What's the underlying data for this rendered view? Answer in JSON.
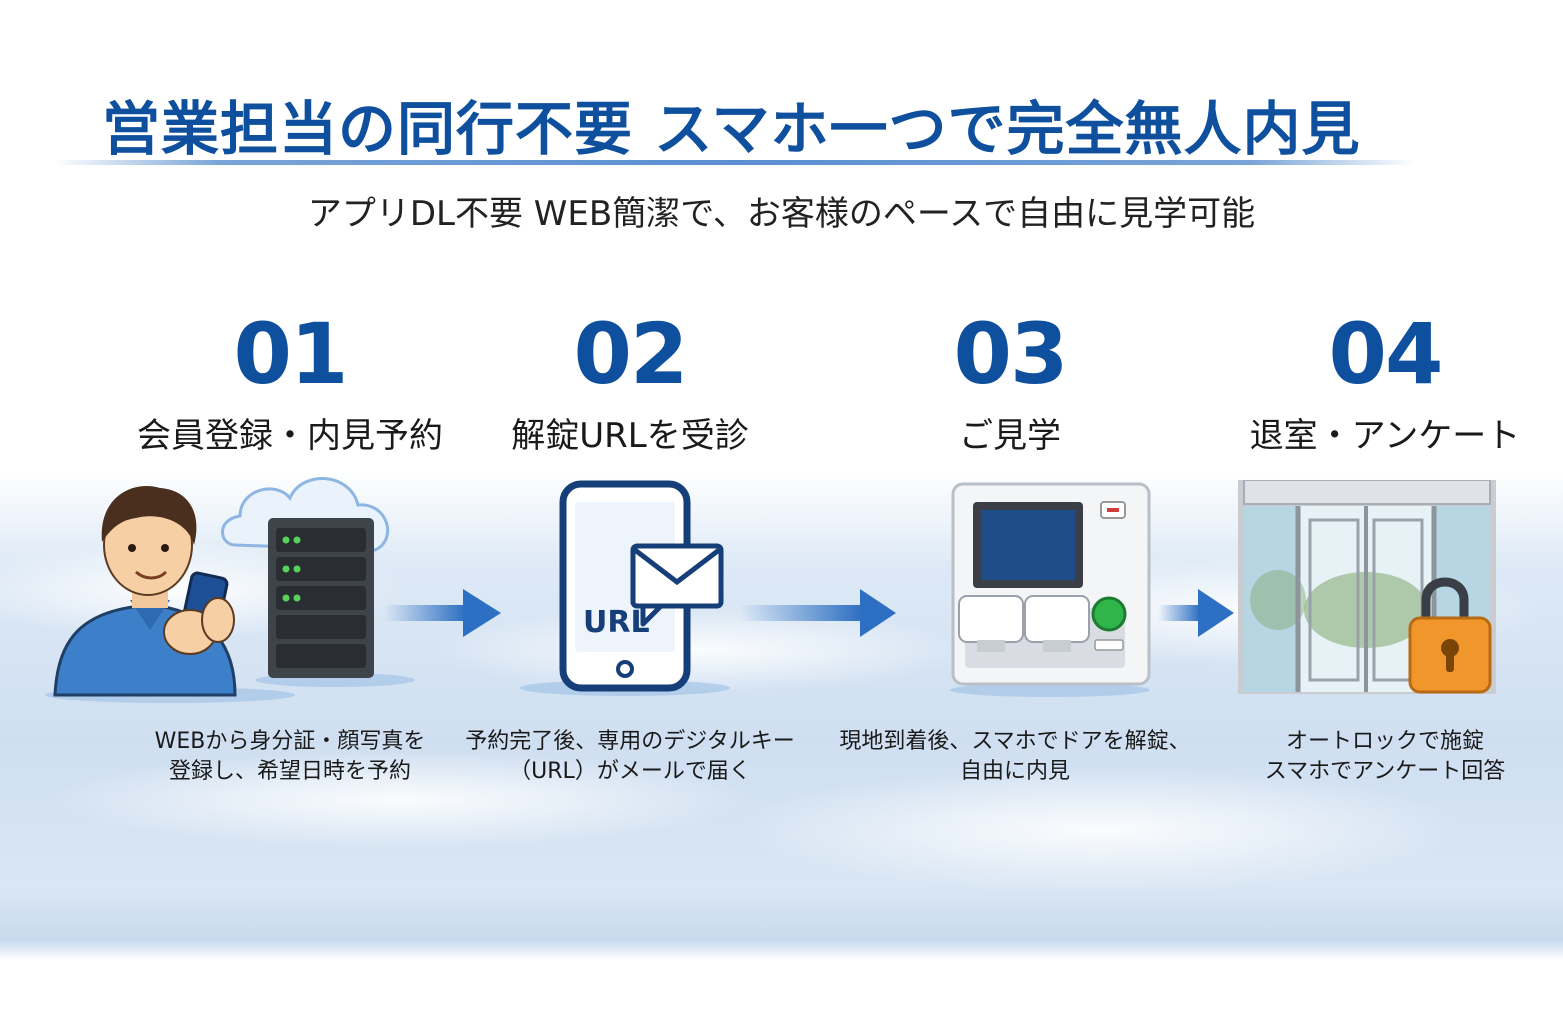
{
  "title": "営業担当の同行不要 スマホ一つで完全無人内見",
  "subtitle": "アプリDL不要 WEB簡潔で、お客様のペースで自由に見学可能",
  "colors": {
    "brand_blue": "#0e4f9e",
    "arrow_blue": "#2d6fc2",
    "lock_orange": "#f0962b",
    "button_green": "#2fb54a"
  },
  "steps": [
    {
      "number": "01",
      "label": "会員登録・内見予約",
      "desc_line1": "WEBから身分証・顔写真を",
      "desc_line2": "登録し、希望日時を予約"
    },
    {
      "number": "02",
      "label": "解錠URLを受診",
      "desc_line1": "予約完了後、専用のデジタルキー",
      "desc_line2": "（URL）がメールで届く",
      "phone_text": "URL"
    },
    {
      "number": "03",
      "label": "ご見学",
      "desc_line1": "現地到着後、スマホでドアを解錠、",
      "desc_line2": "自由に内見"
    },
    {
      "number": "04",
      "label": "退室・アンケート",
      "desc_line1": "オートロックで施錠",
      "desc_line2": "スマホでアンケート回答"
    }
  ]
}
